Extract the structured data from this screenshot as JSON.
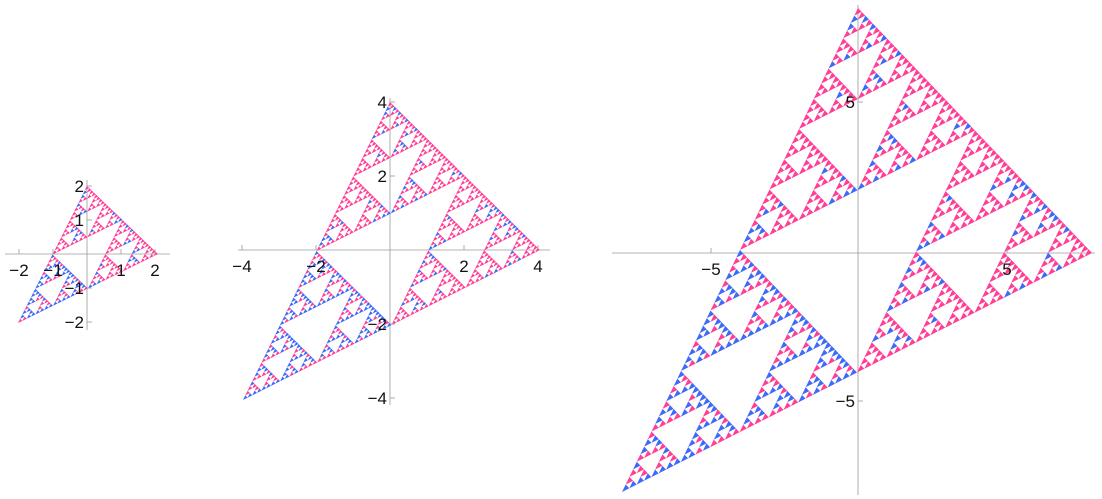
{
  "colors": {
    "pink": "#ff3f95",
    "blue": "#3f6af7",
    "background": "#ffffff",
    "axis": "#9a9a9a",
    "text": "#111111"
  },
  "panels": [
    {
      "id": "panel-small",
      "x_ticks": [
        {
          "value": -2,
          "label": "−2"
        },
        {
          "value": -1,
          "label": "−1"
        },
        {
          "value": 1,
          "label": "1"
        },
        {
          "value": 2,
          "label": "2"
        }
      ],
      "y_ticks": [
        {
          "value": 2,
          "label": "2"
        },
        {
          "value": 1,
          "label": "1"
        },
        {
          "value": -1,
          "label": "−1"
        },
        {
          "value": -2,
          "label": "−2"
        }
      ]
    },
    {
      "id": "panel-medium",
      "x_ticks": [
        {
          "value": -4,
          "label": "−4"
        },
        {
          "value": -2,
          "label": "−2"
        },
        {
          "value": 2,
          "label": "2"
        },
        {
          "value": 4,
          "label": "4"
        }
      ],
      "y_ticks": [
        {
          "value": 4,
          "label": "4"
        },
        {
          "value": 2,
          "label": "2"
        },
        {
          "value": -2,
          "label": "−2"
        },
        {
          "value": -4,
          "label": "−4"
        }
      ]
    },
    {
      "id": "panel-large",
      "x_ticks": [
        {
          "value": -5,
          "label": "−5"
        },
        {
          "value": 5,
          "label": "5"
        }
      ],
      "y_ticks": [
        {
          "value": 5,
          "label": "5"
        },
        {
          "value": -5,
          "label": "−5"
        }
      ]
    }
  ]
}
